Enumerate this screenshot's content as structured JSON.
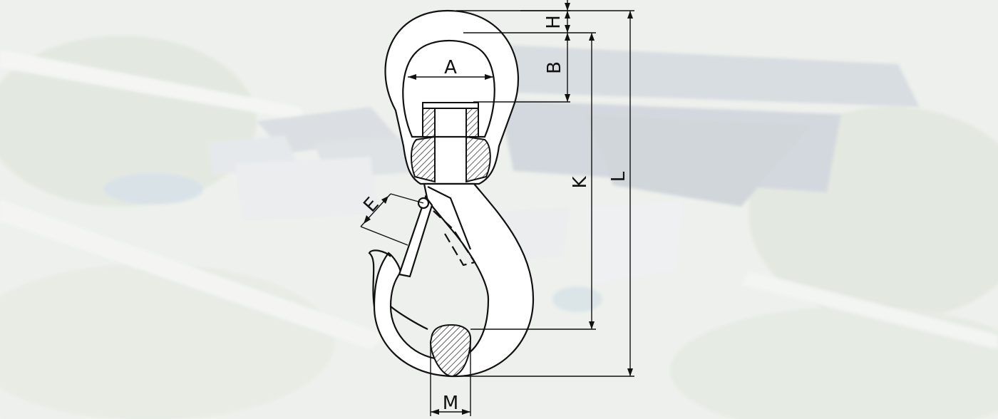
{
  "diagram": {
    "title": "",
    "labels": {
      "A": "A",
      "B": "B",
      "E": "E",
      "H": "H",
      "K": "K",
      "L": "L",
      "M": "M"
    },
    "colors": {
      "line": "#111111",
      "hatch": "#222222",
      "background_tint": "#e7ece6"
    }
  }
}
